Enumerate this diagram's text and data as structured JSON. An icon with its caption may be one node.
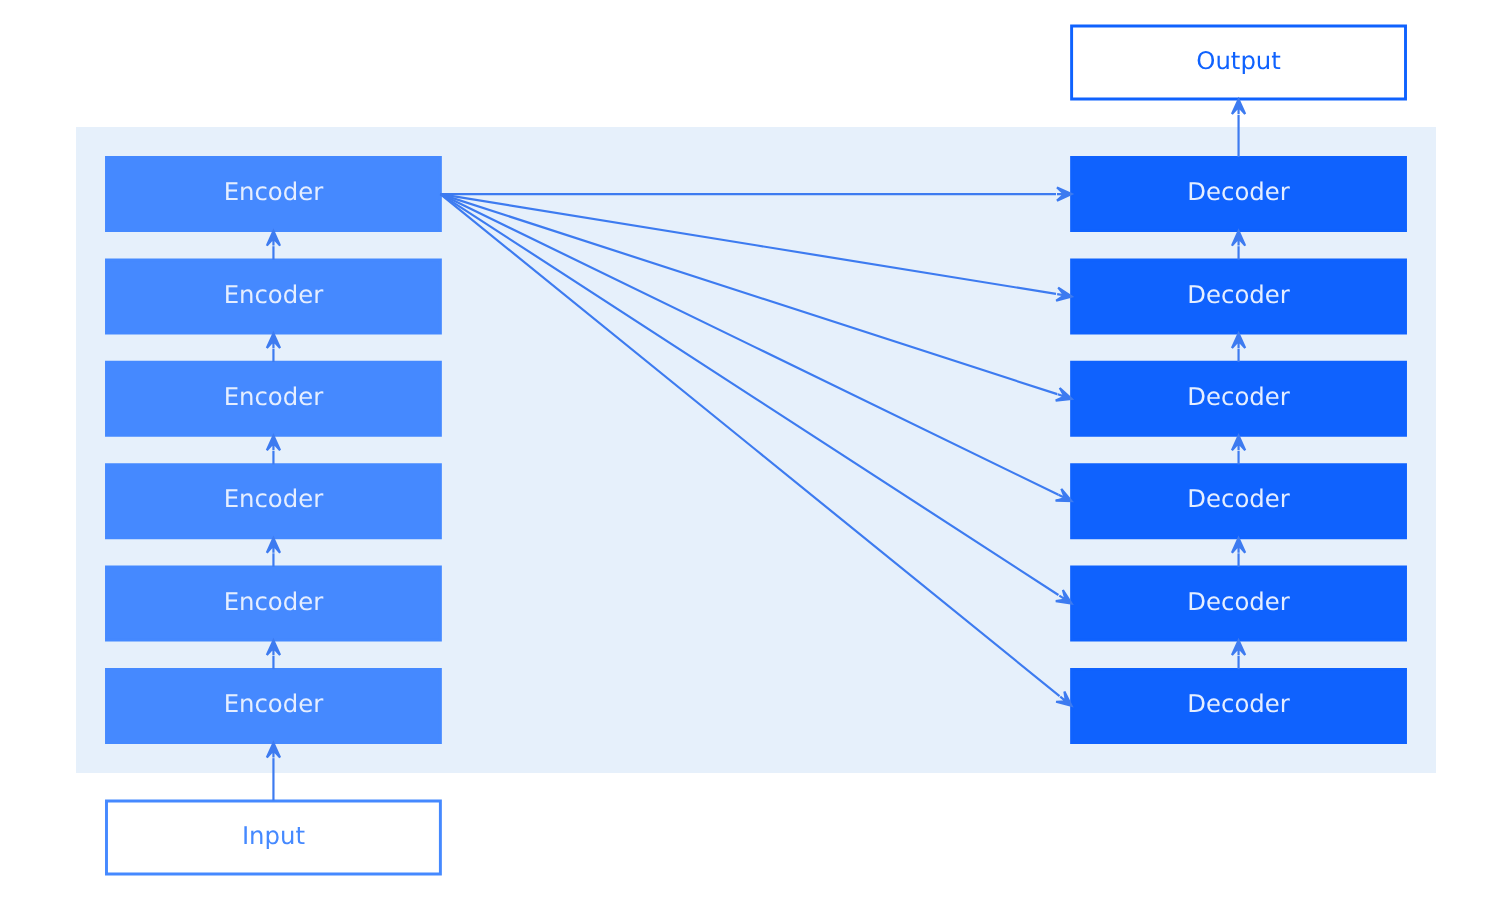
{
  "diagram": {
    "nodes": [
      {
        "text": [
          "Output"
        ]
      },
      {
        "text": [],
        "shape": "band"
      },
      {
        "text": [
          "Encoder"
        ],
        "in": 1
      },
      {
        "text": [
          "Encoder"
        ],
        "in": 1
      },
      {
        "text": [
          "Encoder"
        ],
        "in": 1
      },
      {
        "text": [
          "Encoder"
        ],
        "in": 1
      },
      {
        "text": [
          "Encoder"
        ],
        "in": 1
      },
      {
        "text": [
          "Encoder"
        ],
        "in": 1
      },
      {
        "text": [
          "Decoder"
        ],
        "in": 1
      },
      {
        "text": [
          "Decoder"
        ],
        "in": 1
      },
      {
        "text": [
          "Decoder"
        ],
        "in": 1
      },
      {
        "text": [
          "Decoder"
        ],
        "in": 1
      },
      {
        "text": [
          "Decoder"
        ],
        "in": 1
      },
      {
        "text": [
          "Decoder"
        ],
        "in": 1
      },
      {
        "text": [
          "Input"
        ]
      }
    ],
    "edges": [
      {
        "from": 14,
        "to": 7,
        "arrow": "to"
      },
      {
        "from": 7,
        "to": 6,
        "arrow": "to"
      },
      {
        "from": 6,
        "to": 5,
        "arrow": "to"
      },
      {
        "from": 5,
        "to": 4,
        "arrow": "to"
      },
      {
        "from": 4,
        "to": 3,
        "arrow": "to"
      },
      {
        "from": 3,
        "to": 2,
        "arrow": "to"
      },
      {
        "from": 2,
        "to": 8,
        "arrow": "to"
      },
      {
        "from": 2,
        "to": 9,
        "arrow": "to"
      },
      {
        "from": 2,
        "to": 10,
        "arrow": "to"
      },
      {
        "from": 2,
        "to": 11,
        "arrow": "to"
      },
      {
        "from": 2,
        "to": 12,
        "arrow": "to"
      },
      {
        "from": 2,
        "to": 13,
        "arrow": "to"
      },
      {
        "from": 13,
        "to": 12,
        "arrow": "to"
      },
      {
        "from": 12,
        "to": 11,
        "arrow": "to"
      },
      {
        "from": 11,
        "to": 10,
        "arrow": "to"
      },
      {
        "from": 10,
        "to": 9,
        "arrow": "to"
      },
      {
        "from": 9,
        "to": 8,
        "arrow": "to"
      },
      {
        "from": 8,
        "to": 0,
        "arrow": "to"
      }
    ]
  }
}
